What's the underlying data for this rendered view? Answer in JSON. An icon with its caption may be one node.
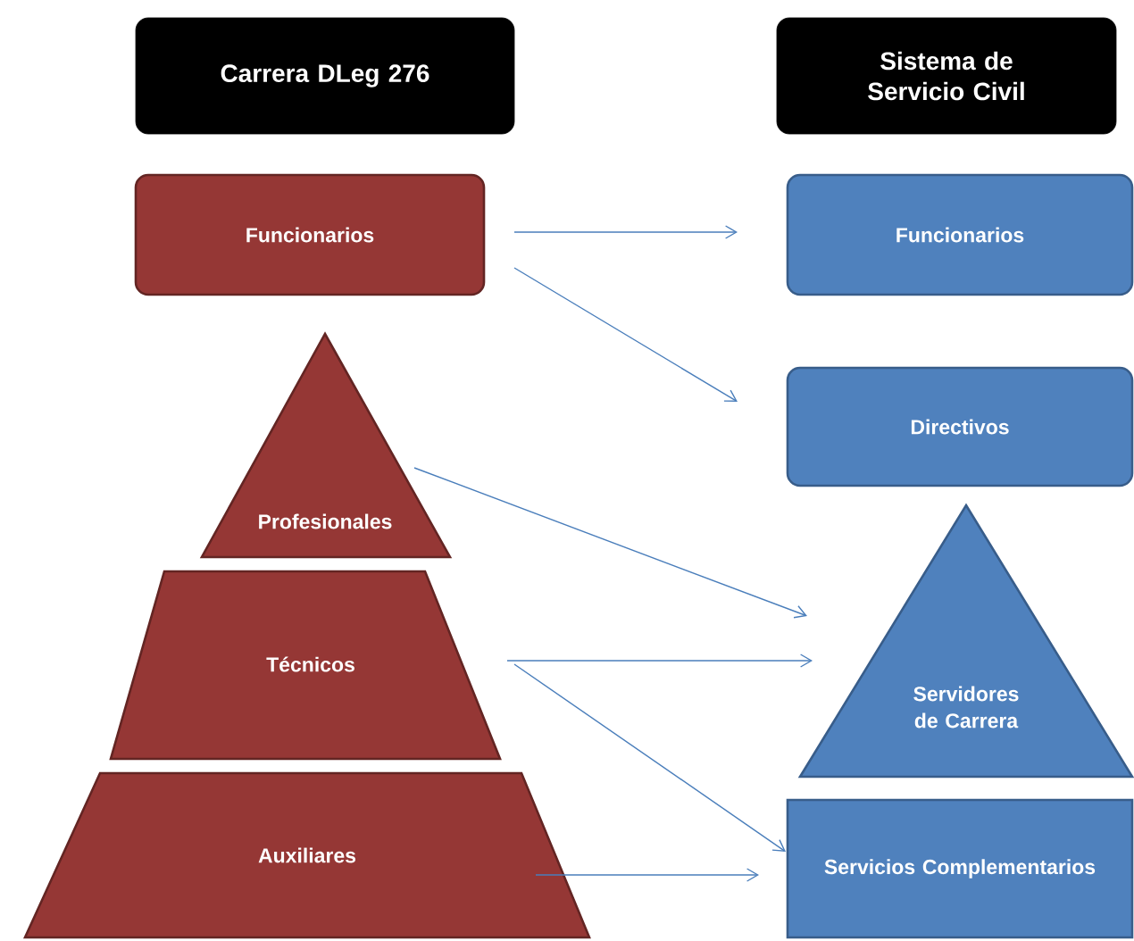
{
  "diagram": {
    "nodes": [
      {
        "text": [
          "Carrera DLeg 276"
        ]
      },
      {
        "text": [
          "Sistema de Servicio Civil"
        ]
      },
      {
        "text": [
          "Funcionarios"
        ]
      },
      {
        "text": [
          "Profesionales"
        ]
      },
      {
        "text": [
          "Técnicos"
        ]
      },
      {
        "text": [
          "Auxiliares"
        ]
      },
      {
        "text": [
          "Funcionarios"
        ]
      },
      {
        "text": [
          "Directivos"
        ]
      },
      {
        "text": [
          "Servidores de Carrera"
        ]
      },
      {
        "text": [
          "Servicios Complementarios"
        ]
      }
    ],
    "edges": [
      {
        "from": 2,
        "to": 6,
        "arrow": "to"
      },
      {
        "from": 2,
        "to": 7,
        "arrow": "to"
      },
      {
        "from": 3,
        "to": 8,
        "arrow": "to"
      },
      {
        "from": 4,
        "to": 8,
        "arrow": "to"
      },
      {
        "from": 4,
        "to": 9,
        "arrow": "to"
      },
      {
        "from": 5,
        "to": 9,
        "arrow": "to"
      }
    ]
  }
}
